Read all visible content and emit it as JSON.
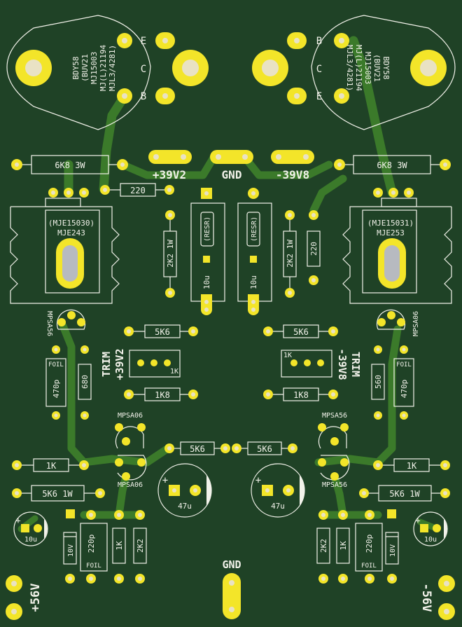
{
  "board": {
    "colors": {
      "substrate": "#1f4226",
      "trace": "#3b7a2a",
      "pad": "#f3e529",
      "silk": "#f2f2ea",
      "hole": "#e9e2c4"
    }
  },
  "labels": {
    "q_left_parts": [
      "BDY58",
      "(BUV21",
      "MJ15003",
      "MJ(L)21194",
      "MJL3/4281)"
    ],
    "q_right_parts": [
      "BDY58",
      "(BUV21",
      "MJ15003",
      "MJ(L)21194",
      "MJL3/4281)"
    ],
    "pin_e": "E",
    "pin_c": "C",
    "pin_b": "B",
    "r_6k8_3w": "6K8  3W",
    "rail_pos": "+39V2",
    "rail_gnd": "GND",
    "rail_neg": "-39V8",
    "r_220": "220",
    "driver_left_a": "(MJE15030)",
    "driver_left_b": "MJE243",
    "driver_right_a": "(MJE15031)",
    "driver_right_b": "MJE253",
    "r_2k2_1w": "2K2  1W",
    "resr": "(RESR)",
    "cap_10u": "10u",
    "mpsa56": "MPSA56",
    "mpsa06": "MPSA06",
    "r_5k6": "5K6",
    "r_1k8": "1K8",
    "r_1k": "1K",
    "r_680": "680",
    "r_560": "560",
    "trim": "TRIM",
    "trim_pos": "+39V2",
    "trim_neg": "-39V8",
    "trim_1k": "1K",
    "foil": "FOIL",
    "cap_470p": "470p",
    "cap_220p": "220p",
    "r_5k6_1w": "5K6  1W",
    "cap_47u": "47u",
    "plus": "+",
    "zener_10v": "10V",
    "r_2k2": "2K2",
    "gnd_bottom": "GND",
    "v_pos": "+56V",
    "v_neg": "-56V"
  }
}
